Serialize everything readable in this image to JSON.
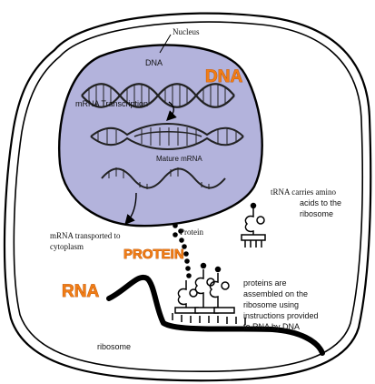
{
  "labels": {
    "nucleus": "Nucleus",
    "dna_small": "DNA",
    "dna_big": "DNA",
    "transcription": "mRNA Transcription",
    "mature_mrna": "Mature mRNA",
    "transport_line1": "mRNA transported to",
    "transport_line2": "cytoplasm",
    "protein_small": "Protein",
    "protein_big": "PROTEIN",
    "rna_big": "RNA",
    "trna_line1": "tRNA carries amino",
    "trna_line2": "acids to the",
    "trna_line3": "ribosome",
    "assembly_line1": "proteins are",
    "assembly_line2": "assembled on the",
    "assembly_line3": "ribosome using",
    "assembly_line4": "instructions provided",
    "assembly_line5": "to RNA by DNA",
    "ribosome": "ribosome"
  },
  "colors": {
    "nucleus_fill": "#b3b3dc",
    "accent_orange": "#f07d16",
    "outline": "#000000"
  }
}
